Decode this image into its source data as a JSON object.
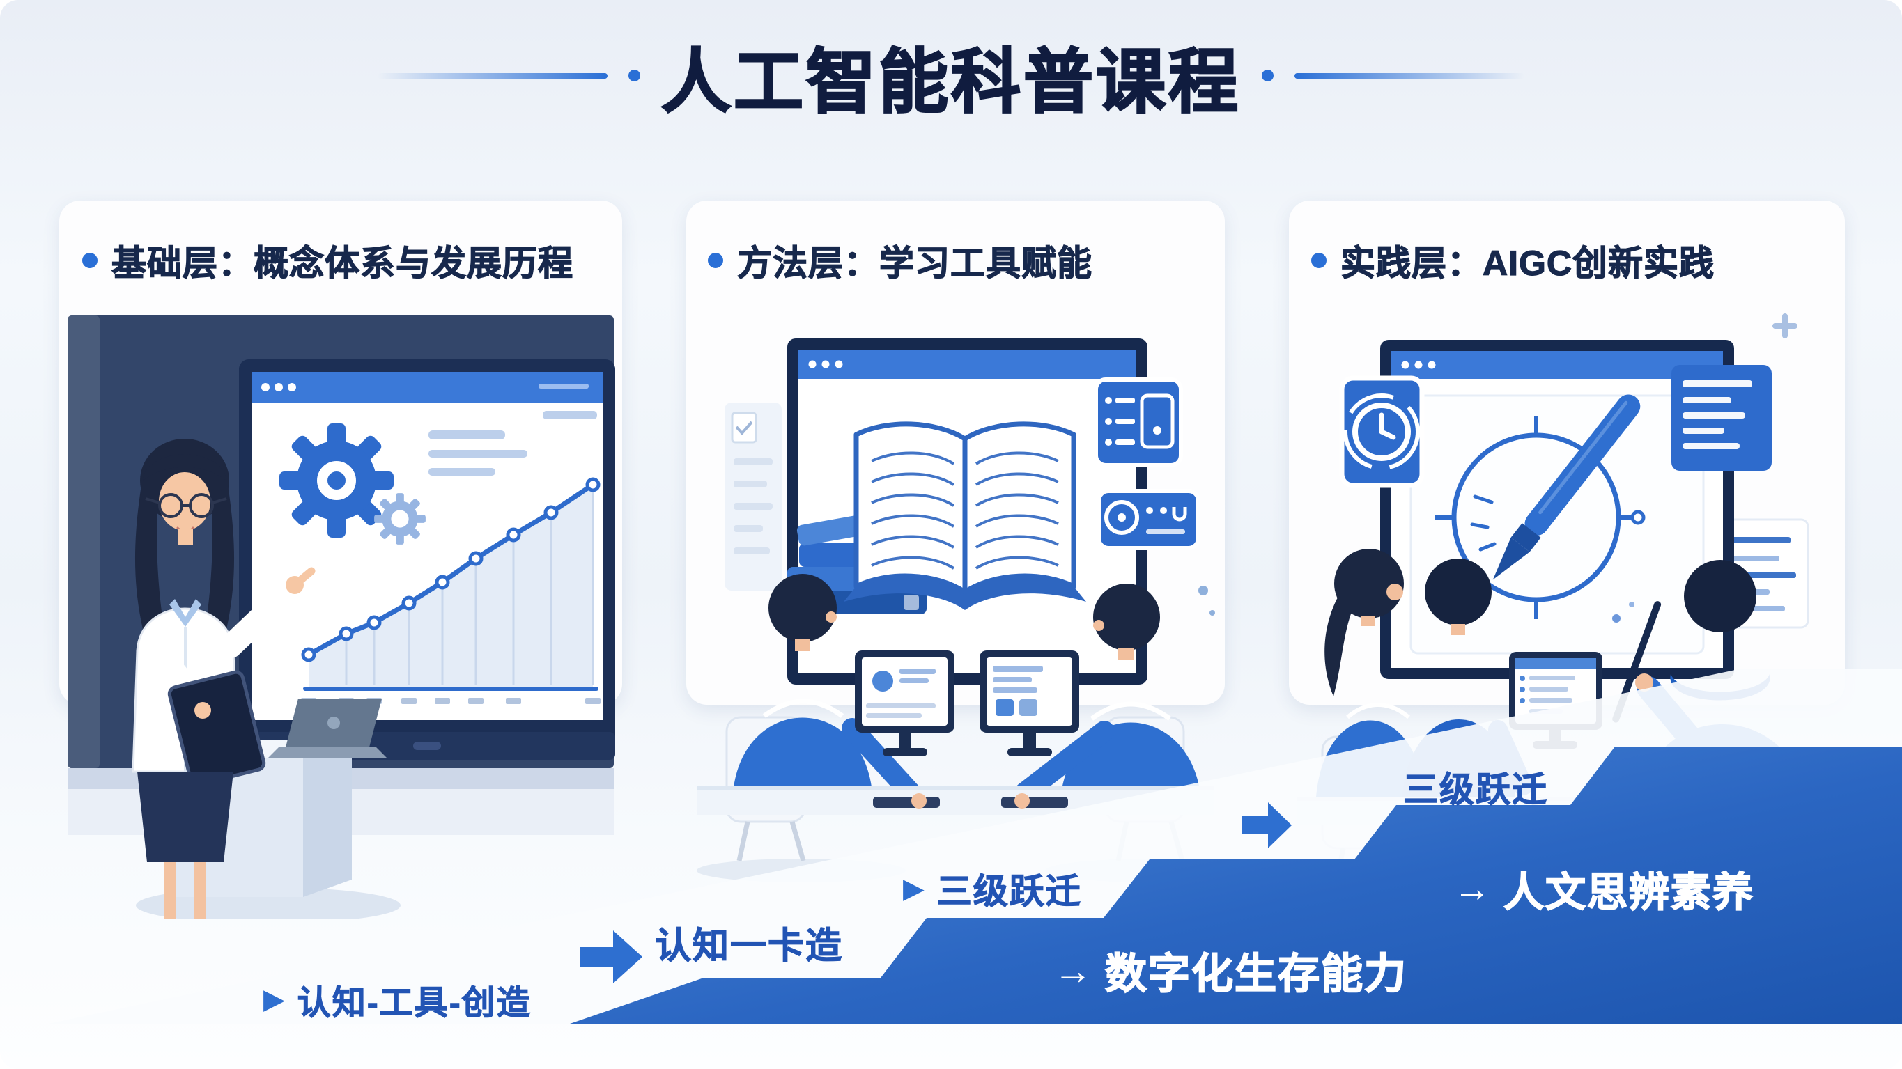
{
  "title": {
    "text": "人工智能科普课程"
  },
  "panels": [
    {
      "label": "基础层：概念体系与发展历程"
    },
    {
      "label": "方法层：学习工具赋能"
    },
    {
      "label": "实践层：AIGC创新实践"
    }
  ],
  "staircase": {
    "step_labels": [
      {
        "marker": "▶",
        "label": "认知-工具-创造"
      },
      {
        "marker": "",
        "label": "认知一卡造"
      },
      {
        "marker": "▶",
        "label": "三级跃迁"
      },
      {
        "marker": "",
        "label": "三级跃迁"
      }
    ],
    "outcome_labels": [
      {
        "marker": "→",
        "label": "数字化生存能力"
      },
      {
        "marker": "→",
        "label": "人文思辨素养"
      }
    ]
  },
  "icons": {
    "title_dots": "decorative-dot",
    "panel_bullets": "bullet-dot",
    "flow_arrows": "right-arrow"
  },
  "colors": {
    "accent_blue": "#2e6fd0",
    "deep_navy": "#101c3f",
    "panel_header_navy": "#17284c",
    "step_text_blue": "#2254b4",
    "stair_gradient_top": "#4e8ada",
    "stair_gradient_bottom": "#1d55ae",
    "chalkboard": "#33466a",
    "outcome_text": "#ffffff"
  }
}
